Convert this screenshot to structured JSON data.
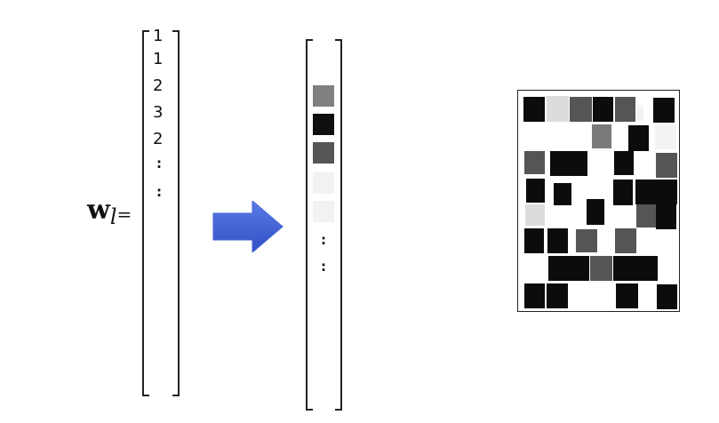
{
  "left_vector": {
    "symbol": "w",
    "subscript": "l",
    "equals": "=",
    "values": [
      "1",
      "1",
      "2",
      "3",
      "2"
    ],
    "ellipsis": [
      ":",
      ":"
    ]
  },
  "middle_vector": {
    "cells": [
      {
        "color": "#808080"
      },
      {
        "color": "#0f0f0f"
      },
      {
        "color": "#555555"
      },
      {
        "color": "#f2f2f2"
      },
      {
        "color": "#f2f2f2"
      }
    ],
    "ellipsis": [
      ":",
      ":"
    ]
  },
  "arrow": {
    "color": "#4464d6"
  },
  "matrix": {
    "colors": {
      "black": "#0c0c0c",
      "dark_gray": "#555555",
      "mid_gray": "#7a7a7a",
      "light_gray": "#dcdcdc",
      "very_light": "#f3f3f3"
    }
  }
}
